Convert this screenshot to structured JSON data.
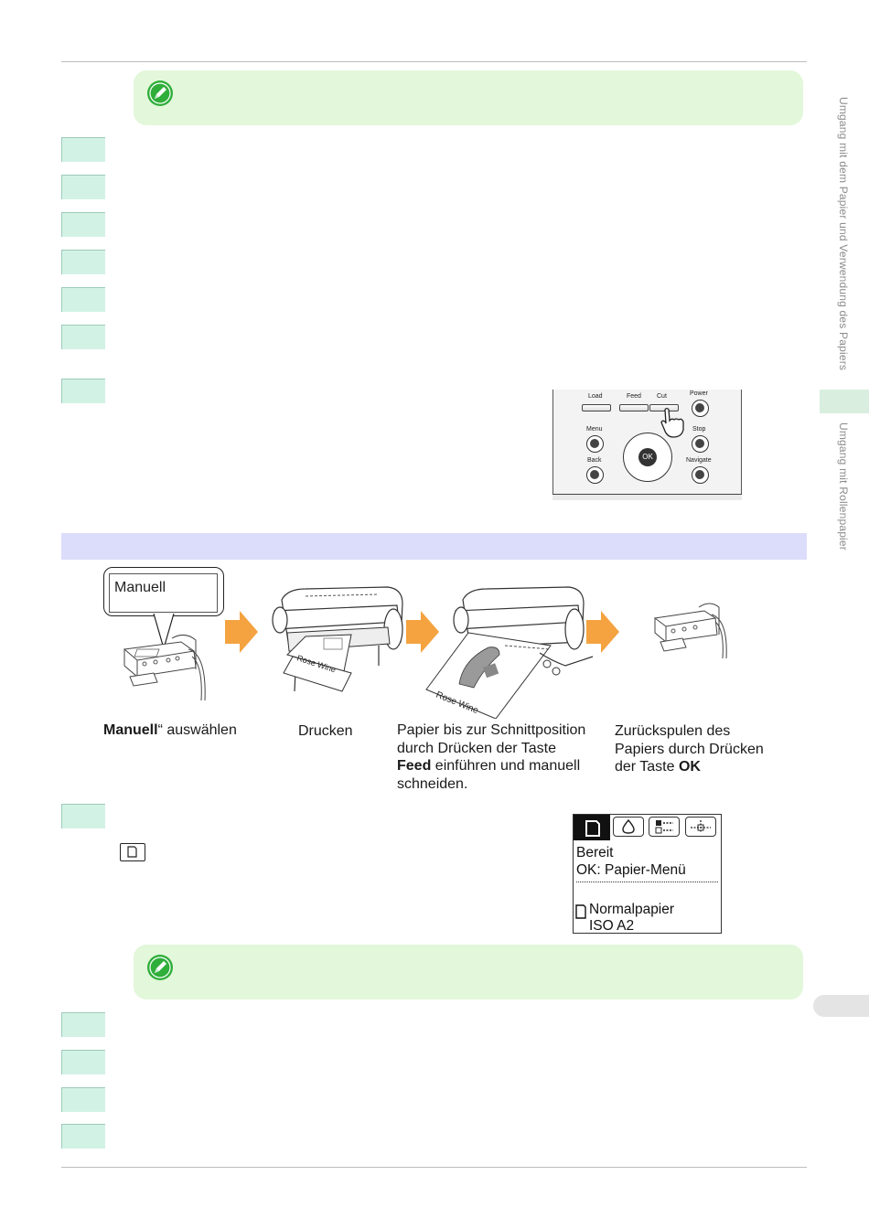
{
  "side_tabs": {
    "section_paper": "Umgang mit dem Papier und Verwendung des Papiers",
    "section_roll": "Umgang mit Rollenpapier"
  },
  "control_panel": {
    "load": "Load",
    "feed": "Feed",
    "cut": "Cut",
    "power": "Power",
    "menu": "Menu",
    "stop": "Stop",
    "back": "Back",
    "navigate": "Navigate",
    "ok": "OK"
  },
  "diagram": {
    "callout_text": "Manuell",
    "paper_label_1": "Rose Wine",
    "paper_label_2": "Rose Wine",
    "accent_color": "#f4a340"
  },
  "captions": {
    "c1_bold": "Manuell",
    "c1_rest": "“ auswählen",
    "c2": "Drucken",
    "c3_line1": "Papier bis zur Schnittposition",
    "c3_line2": "durch Drücken der Taste",
    "c3_bold": "Feed",
    "c3_line3_rest": " einführen und manuell",
    "c3_line4": "schneiden.",
    "c4_line1": "Zurückspulen des",
    "c4_line2": "Papiers durch Drücken",
    "c4_line3_pre": "der Taste ",
    "c4_bold": "OK"
  },
  "lcd": {
    "line1": "Bereit",
    "line2": "OK: Papier-Menü",
    "line3": "Normalpapier",
    "line4": "ISO A2"
  }
}
